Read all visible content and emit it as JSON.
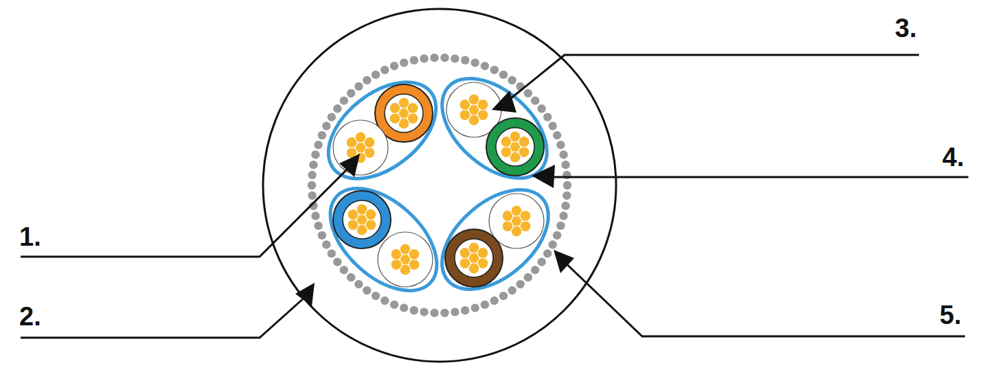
{
  "diagram": {
    "labels": [
      "1.",
      "2.",
      "3.",
      "4.",
      "5."
    ]
  }
}
